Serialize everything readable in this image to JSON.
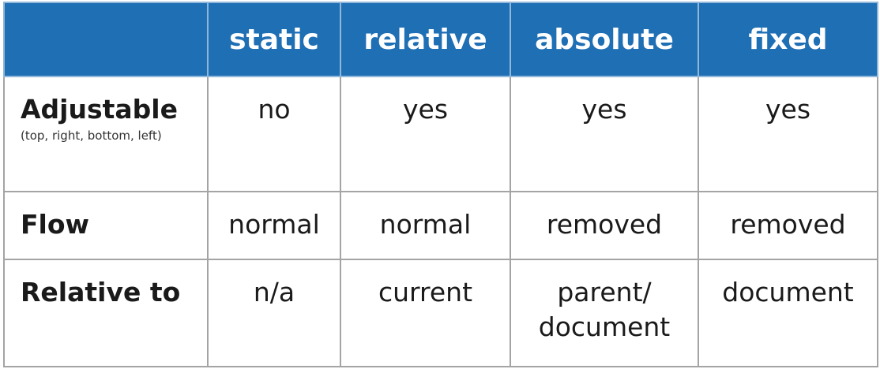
{
  "header": {
    "columns": [
      "static",
      "relative",
      "absolute",
      "fixed"
    ]
  },
  "rows": [
    {
      "title": "Adjustable",
      "note": "(top, right, bottom, left)",
      "cells": [
        "no",
        "yes",
        "yes",
        "yes"
      ]
    },
    {
      "title": "Flow",
      "cells": [
        "normal",
        "normal",
        "removed",
        "removed"
      ]
    },
    {
      "title": "Relative to",
      "cells": [
        "n/a",
        "current",
        "parent/ document",
        "document"
      ]
    }
  ],
  "colors": {
    "header_background": "#1f6fb5",
    "header_text": "#ffffff",
    "grid": "#a4a4a4"
  }
}
